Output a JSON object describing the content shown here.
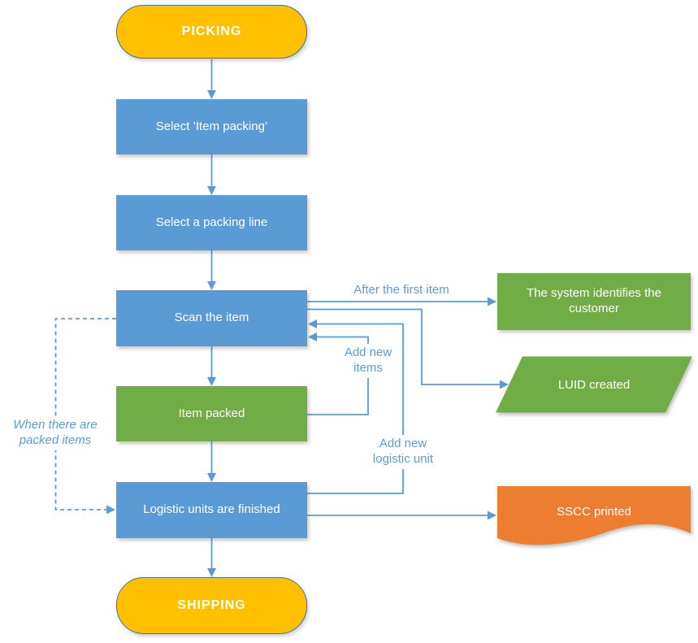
{
  "diagram": {
    "nodes": {
      "picking": {
        "label": "PICKING",
        "shape": "terminator"
      },
      "select_item_packing": {
        "label": "Select ’Item packing’",
        "shape": "process"
      },
      "select_packing_line": {
        "label": "Select a packing line",
        "shape": "process"
      },
      "scan_item": {
        "label": "Scan the item",
        "shape": "process"
      },
      "item_packed": {
        "label": "Item packed",
        "shape": "process"
      },
      "logistic_units_finished": {
        "label": "Logistic units are finished",
        "shape": "process"
      },
      "shipping": {
        "label": "SHIPPING",
        "shape": "terminator"
      },
      "system_identifies_customer": {
        "label": "The system identifies the customer",
        "shape": "process"
      },
      "luid_created": {
        "label": "LUID created",
        "shape": "data-parallelogram"
      },
      "sscc_printed": {
        "label": "SSCC printed",
        "shape": "document"
      }
    },
    "edge_labels": {
      "after_first_item": "After the first item",
      "add_new_items": "Add new items",
      "add_new_logistic_unit": "Add new logistic unit",
      "when_packed_items": "When there are packed items"
    },
    "colors": {
      "process_blue": "#5B9BD5",
      "result_green": "#70AD47",
      "terminator_yellow": "#FFC000",
      "terminator_border": "#41719C",
      "document_orange": "#ED7D31",
      "connector": "#5B9BD5",
      "edge_label_text": "#5B9BD5",
      "node_text": "#FFFFFF"
    }
  }
}
